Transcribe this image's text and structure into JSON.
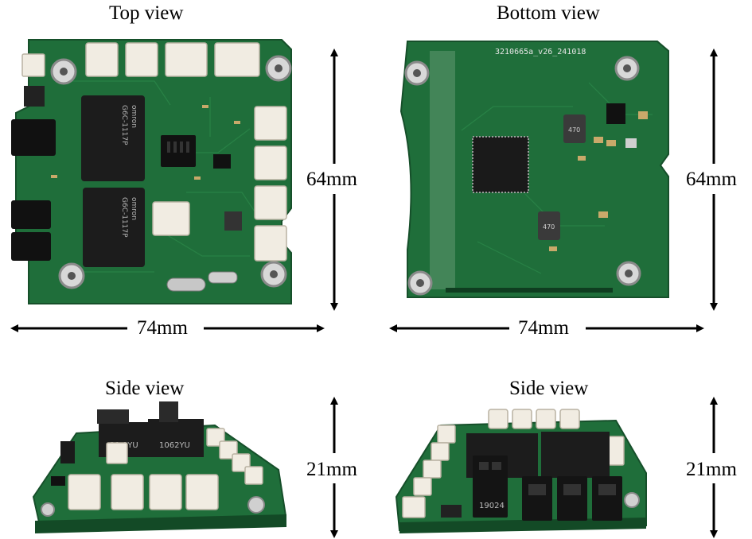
{
  "views": {
    "top": {
      "title": "Top view",
      "width_label": "74mm",
      "height_label": "64mm"
    },
    "bottom": {
      "title": "Bottom view",
      "width_label": "74mm",
      "height_label": "64mm",
      "serial": "3210665a_v26_241018"
    },
    "side_left": {
      "title": "Side view",
      "height_label": "21mm",
      "relay_codes": [
        "21  0YU",
        "1062YU"
      ]
    },
    "side_right": {
      "title": "Side view",
      "height_label": "21mm",
      "connector_code": "19024"
    }
  },
  "components": {
    "relay_brand": "omron",
    "relay_model": "G6C-1117P",
    "inductor_mark": "470"
  },
  "colors": {
    "pcb": "#1f6e3a",
    "pcb_dark": "#164f2a",
    "connector": "#f1ece2",
    "relay": "#1c1c1c",
    "arrow": "#000000"
  }
}
